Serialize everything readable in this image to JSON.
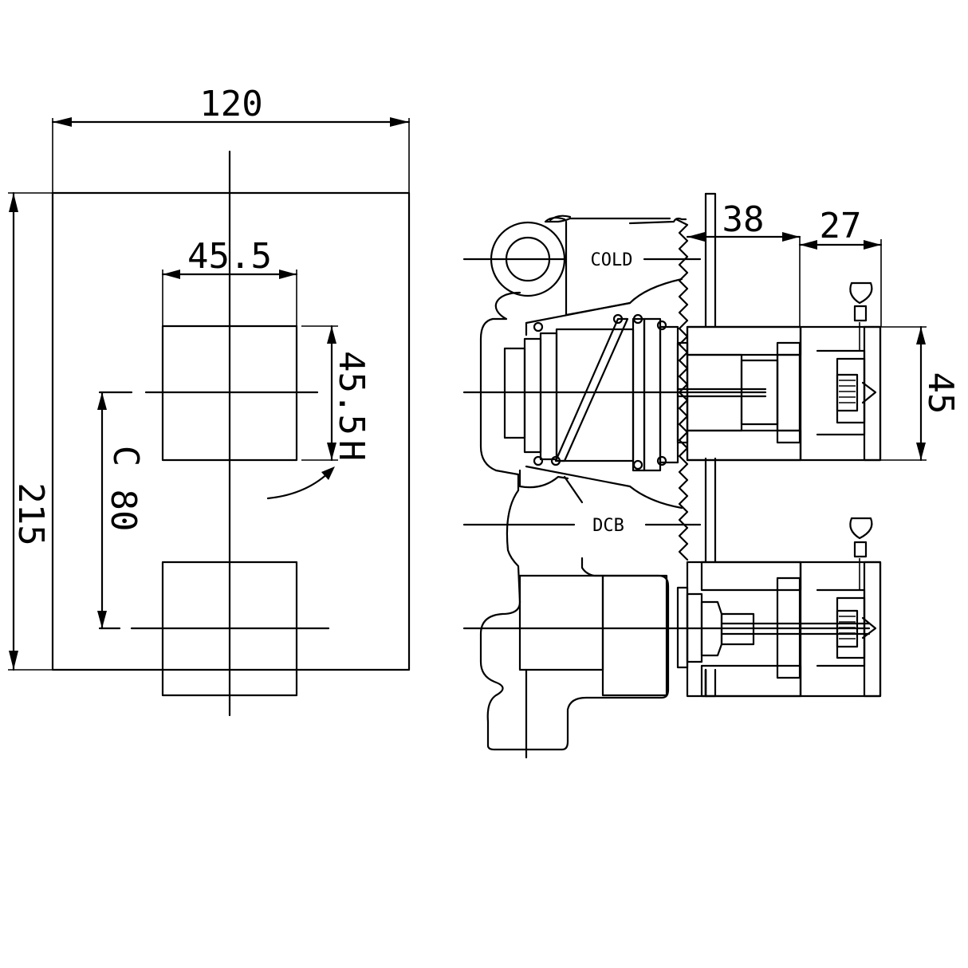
{
  "front_view": {
    "width_dim": "120",
    "height_dim": "215",
    "handle_width_dim": "45.5",
    "handle_height_dim": "45.5",
    "centers_dim": "80",
    "cold_mark": "C",
    "hot_mark": "H"
  },
  "side_view": {
    "cold_label": "COLD",
    "diverter_label": "DCB",
    "depth_dim_1": "38",
    "depth_dim_2": "27",
    "handle_depth_dim": "45"
  },
  "colors": {
    "line": "#000000",
    "background": "#ffffff"
  }
}
